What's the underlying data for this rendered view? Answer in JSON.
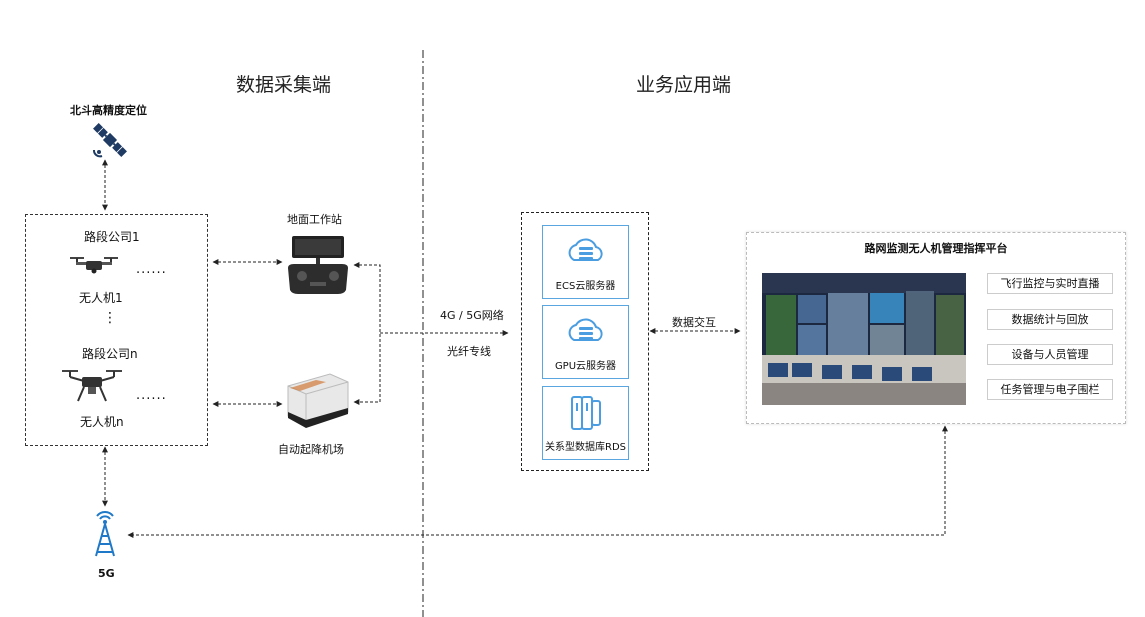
{
  "sections": {
    "left_title": "数据采集端",
    "right_title": "业务应用端"
  },
  "beidou": {
    "label": "北斗高精度定位",
    "icon": "satellite-icon"
  },
  "company_group": {
    "company1": "路段公司1",
    "drone1": "无人机1",
    "ellipsis_h1": "......",
    "ellipsis_v": "⋮",
    "companyn": "路段公司n",
    "dronen": "无人机n",
    "ellipsis_h2": "......"
  },
  "ground_station": {
    "label": "地面工作站",
    "icon": "remote-controller-icon"
  },
  "airport": {
    "label": "自动起降机场",
    "icon": "drone-dock-icon"
  },
  "network": {
    "line1": "4G / 5G网络",
    "line2": "光纤专线"
  },
  "services": [
    {
      "label": "ECS云服务器",
      "icon": "cloud-server-icon"
    },
    {
      "label": "GPU云服务器",
      "icon": "cloud-server-icon"
    },
    {
      "label": "关系型数据库RDS",
      "icon": "database-icon"
    }
  ],
  "exchange_label": "数据交互",
  "platform": {
    "title": "路网监测无人机管理指挥平台",
    "features": [
      "飞行监控与实时直播",
      "数据统计与回放",
      "设备与人员管理",
      "任务管理与电子围栏"
    ]
  },
  "tower": {
    "label": "5G",
    "icon": "signal-tower-icon"
  },
  "colors": {
    "accent_blue": "#4a9de0",
    "navy": "#1f3b63",
    "line": "#222222"
  }
}
